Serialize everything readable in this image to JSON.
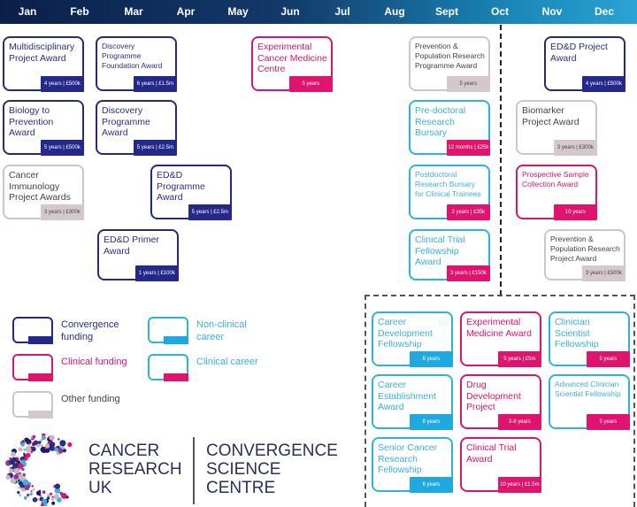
{
  "header": {
    "months": [
      "Jan",
      "Feb",
      "Mar",
      "Apr",
      "May",
      "Jun",
      "Jul",
      "Aug",
      "Sept",
      "Oct",
      "Nov",
      "Dec"
    ]
  },
  "colors": {
    "convergence": "#23288a",
    "clinical": "#e0136e",
    "non_clinical": "#1fa9e1",
    "other": "#d5c8cc",
    "header": "#0b1f4a"
  },
  "cards": [
    {
      "title": "Multidisciplinary Project Award",
      "badge": "4 years | £500k",
      "type": "navy"
    },
    {
      "title": "Discovery Programme Foundation Award",
      "badge": "6 years | £1.5m",
      "type": "navy",
      "small": true
    },
    {
      "title": "Experimental Cancer Medicine Centre",
      "badge": "5 years",
      "type": "pink"
    },
    {
      "title": "Prevention & Population Research Programme Award",
      "badge": "5 years",
      "type": "grey",
      "small": true
    },
    {
      "title": "ED&D Project Award",
      "badge": "4 years | £500k",
      "type": "navy"
    },
    {
      "title": "Biology to Prevention Award",
      "badge": "5 years | £500k",
      "type": "navy"
    },
    {
      "title": "Discovery Programme Award",
      "badge": "5 years | £2.5m",
      "type": "navy"
    },
    {
      "title": "Pre-doctoral Research Bursary",
      "badge": "12 months | £25k",
      "type": "tealp"
    },
    {
      "title": "Biomarker Project Award",
      "badge": "3 years | £300k",
      "type": "grey"
    },
    {
      "title": "Cancer Immunology Project Awards",
      "badge": "3 years | £300k",
      "type": "grey"
    },
    {
      "title": "ED&D Programme Award",
      "badge": "5 years | £2.5m",
      "type": "navy"
    },
    {
      "title": "Postdoctoral Research Bursary for Clinical Trainees",
      "badge": "2 years | £35k",
      "type": "tealp",
      "small": true
    },
    {
      "title": "Prospective Sample Collection Award",
      "badge": "10 years",
      "type": "pink",
      "small": true
    },
    {
      "title": "ED&D Primer Award",
      "badge": "1 years | £100k",
      "type": "navy"
    },
    {
      "title": "Clinical Trial Fellowship Award",
      "badge": "3 years | £150k",
      "type": "tealp"
    },
    {
      "title": "Prevention & Population Research Project Award",
      "badge": "3 years | £500k",
      "type": "grey",
      "small": true
    },
    {
      "title": "Career Development Fellowship",
      "badge": "8 years",
      "type": "teal"
    },
    {
      "title": "Experimental Medicine Award",
      "badge": "5 years | £5m",
      "type": "pink"
    },
    {
      "title": "Clinician Scientist Fellowship",
      "badge": "5 years",
      "type": "tealp"
    },
    {
      "title": "Career Establishment Award",
      "badge": "8 years",
      "type": "teal"
    },
    {
      "title": "Drug Development Project",
      "badge": "3-8 years",
      "type": "pink"
    },
    {
      "title": "Advanced Clinician Scientist Fellowship",
      "badge": "5 years",
      "type": "tealp",
      "small": true
    },
    {
      "title": "Senior Cancer Research Fellowship",
      "badge": "6 years",
      "type": "teal"
    },
    {
      "title": "Clinical Trial Award",
      "badge": "10 years | £1.5m",
      "type": "pink"
    }
  ],
  "legend": [
    {
      "label": "Convergence funding",
      "type": "navy"
    },
    {
      "label": "Non-clinical career",
      "type": "teal"
    },
    {
      "label": "Clinical funding",
      "type": "pink"
    },
    {
      "label": "Clinical career",
      "type": "tealp"
    },
    {
      "label": "Other funding",
      "type": "grey"
    }
  ],
  "logo": {
    "cruk": [
      "CANCER",
      "RESEARCH",
      "UK"
    ],
    "csc": [
      "CONVERGENCE",
      "SCIENCE",
      "CENTRE"
    ]
  }
}
